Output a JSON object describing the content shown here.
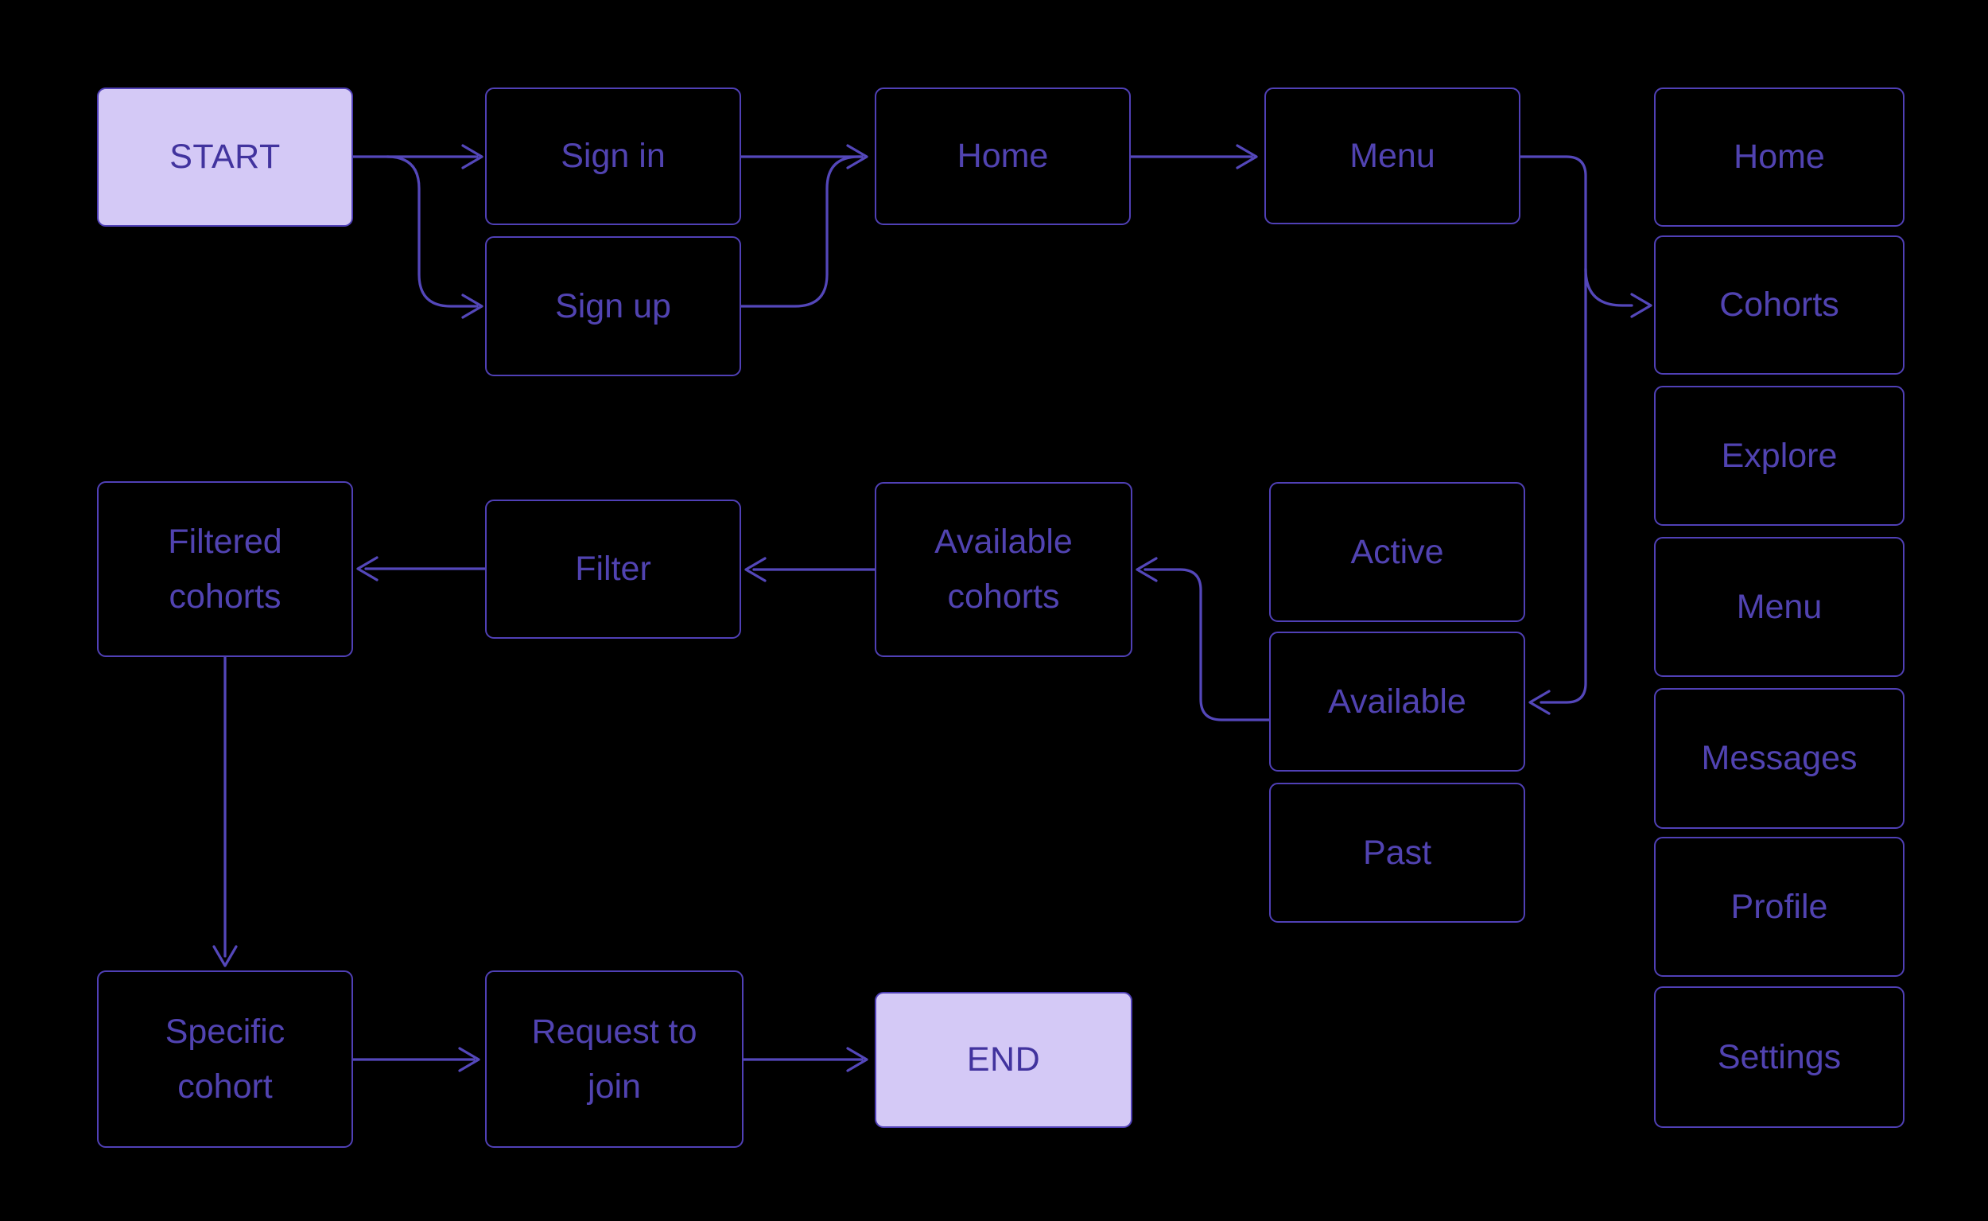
{
  "colors": {
    "background": "#000000",
    "connector": "#5447BA",
    "box_border": "#5040B6",
    "box_text": "#5143B1",
    "terminal_fill": "#D4C9F6",
    "terminal_text": "#41339E"
  },
  "diagram": {
    "nodes": {
      "start": {
        "label": "START",
        "type": "terminal"
      },
      "sign_in": {
        "label": "Sign in",
        "type": "step"
      },
      "sign_up": {
        "label": "Sign up",
        "type": "step"
      },
      "home": {
        "label": "Home",
        "type": "step"
      },
      "menu": {
        "label": "Menu",
        "type": "step"
      },
      "filtered_cohorts": {
        "label": "Filtered cohorts",
        "type": "step"
      },
      "filter": {
        "label": "Filter",
        "type": "step"
      },
      "available_cohorts": {
        "label": "Available cohorts",
        "type": "step"
      },
      "active": {
        "label": "Active",
        "type": "step"
      },
      "available": {
        "label": "Available",
        "type": "step"
      },
      "past": {
        "label": "Past",
        "type": "step"
      },
      "specific_cohort": {
        "label": "Specific cohort",
        "type": "step"
      },
      "request_to_join": {
        "label": "Request to join",
        "type": "step"
      },
      "end": {
        "label": "END",
        "type": "terminal"
      },
      "nav_home": {
        "label": "Home",
        "type": "nav"
      },
      "nav_cohorts": {
        "label": "Cohorts",
        "type": "nav"
      },
      "nav_explore": {
        "label": "Explore",
        "type": "nav"
      },
      "nav_menu": {
        "label": "Menu",
        "type": "nav"
      },
      "nav_messages": {
        "label": "Messages",
        "type": "nav"
      },
      "nav_profile": {
        "label": "Profile",
        "type": "nav"
      },
      "nav_settings": {
        "label": "Settings",
        "type": "nav"
      }
    },
    "edges": [
      {
        "from": "start",
        "to": "sign_in"
      },
      {
        "from": "start",
        "to": "sign_up"
      },
      {
        "from": "sign_in",
        "to": "home"
      },
      {
        "from": "sign_up",
        "to": "home"
      },
      {
        "from": "home",
        "to": "menu"
      },
      {
        "from": "menu",
        "to": "nav_cohorts"
      },
      {
        "from": "menu",
        "to": "available"
      },
      {
        "from": "available",
        "to": "available_cohorts"
      },
      {
        "from": "available_cohorts",
        "to": "filter"
      },
      {
        "from": "filter",
        "to": "filtered_cohorts"
      },
      {
        "from": "filtered_cohorts",
        "to": "specific_cohort"
      },
      {
        "from": "specific_cohort",
        "to": "request_to_join"
      },
      {
        "from": "request_to_join",
        "to": "end"
      }
    ]
  }
}
